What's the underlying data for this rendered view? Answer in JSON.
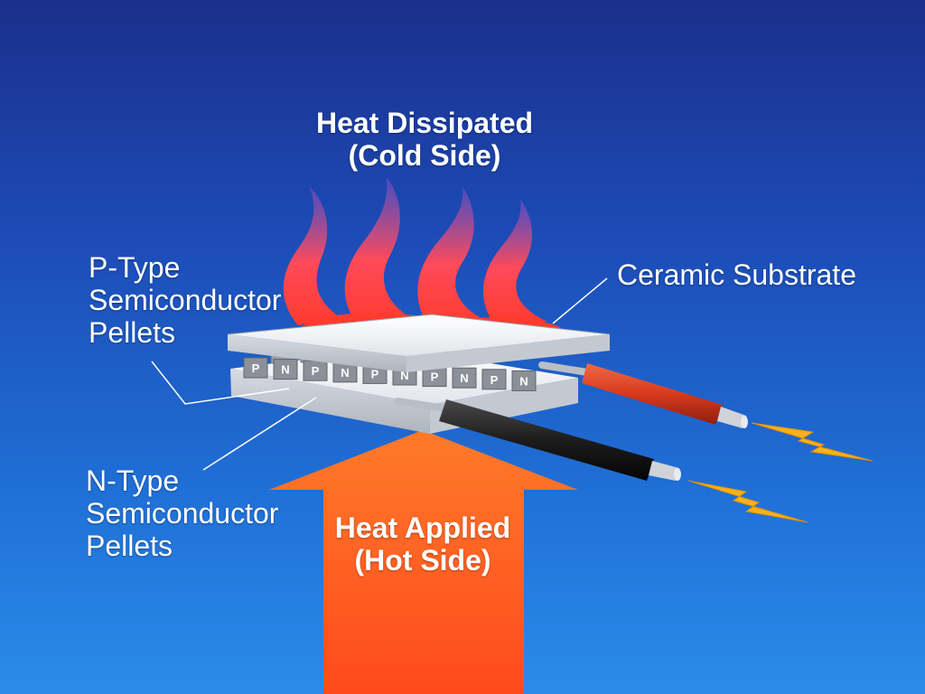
{
  "labels": {
    "heat_dissipated": [
      "Heat Dissipated",
      "(Cold Side)"
    ],
    "heat_applied": [
      "Heat Applied",
      "(Hot Side)"
    ],
    "p_type": [
      "P-Type",
      "Semiconductor",
      "Pellets"
    ],
    "n_type": [
      "N-Type",
      "Semiconductor",
      "Pellets"
    ],
    "ceramic": "Ceramic Substrate"
  },
  "pellet_letters": [
    "P",
    "N",
    "P",
    "N",
    "P",
    "N",
    "P",
    "N",
    "P",
    "N"
  ],
  "colors": {
    "background_top": "#1a2f8c",
    "background_bottom": "#2a8bea",
    "flame_base": "#ff3b2e",
    "flame_tip": "#5a4fc8",
    "arrow": "#ff5a1f",
    "substrate": "#f2f4f7",
    "pellet": "#8c9099",
    "red_wire": "#d8391e",
    "black_wire": "#1c1c1c",
    "spark": "#f5b21a"
  }
}
